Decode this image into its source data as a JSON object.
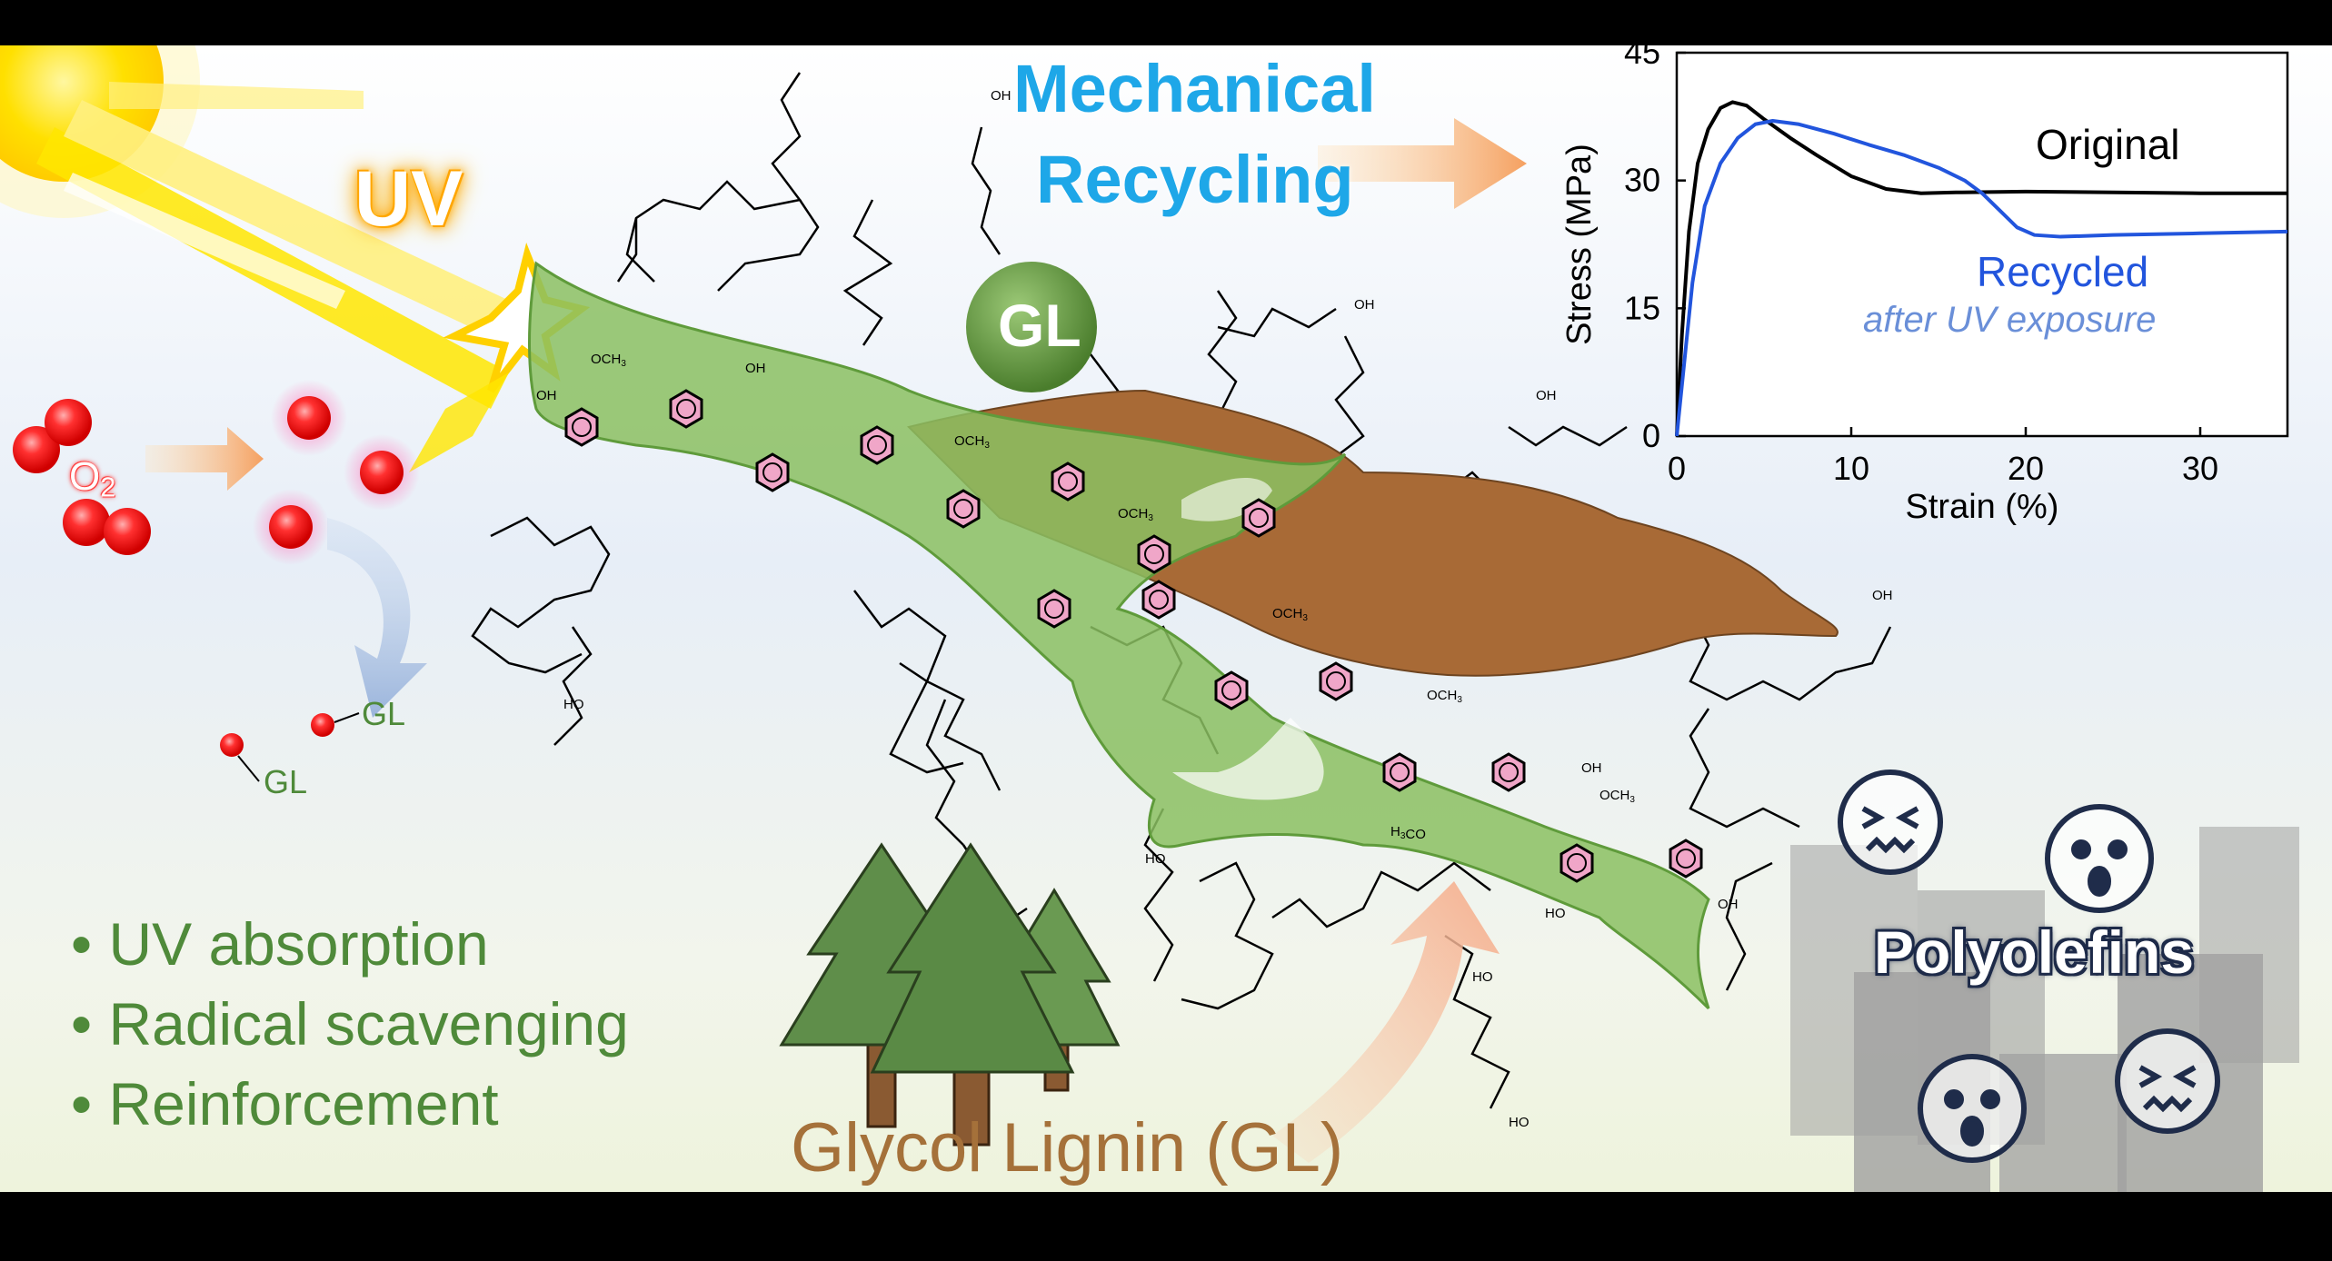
{
  "labels": {
    "uv": "UV",
    "o2": "O2",
    "gl_radical_1": "GL",
    "gl_radical_2": "GL",
    "gl_ball": "GL",
    "mechanical": "Mechanical",
    "recycling": "Recycling",
    "bullets": [
      "• UV absorption",
      "• Radical scavenging",
      "• Reinforcement"
    ],
    "glycol_lignin": "Glycol Lignin (GL)",
    "polyolefins": "Polyolefins",
    "chem": {
      "oh": "OH",
      "ho": "HO",
      "och3": "OCH3",
      "h3co": "H3CO"
    }
  },
  "colors": {
    "sun": "#ffe600",
    "radical": "#ff2a2a",
    "lignin_green": "#5f9b3b",
    "lignin_fill": "#8bbf62",
    "bark": "#a86a36",
    "benzene": "#f0a6c8",
    "cyan_title": "#1ea7e8",
    "gl_text": "#4f8a3a",
    "original": "#000000",
    "recycled": "#2255dd",
    "after_uv": "#6a8fd8",
    "city": "#9a9a9a"
  },
  "icons": [
    "sun-icon",
    "oxygen-molecule-icon",
    "radical-icon",
    "tree-icon",
    "building-icon",
    "sad-face-icon",
    "shocked-face-icon"
  ],
  "chart_data": {
    "type": "line",
    "xlabel": "Strain (%)",
    "ylabel": "Stress (MPa)",
    "xlim": [
      0,
      35
    ],
    "ylim": [
      0,
      45
    ],
    "xticks": [
      0,
      10,
      20,
      30
    ],
    "yticks": [
      0,
      15,
      30,
      45
    ],
    "grid": false,
    "series": [
      {
        "name": "Original",
        "color": "#000000",
        "x": [
          0,
          0.3,
          0.7,
          1.2,
          1.8,
          2.5,
          3.2,
          4.0,
          5.0,
          6.5,
          8.0,
          10.0,
          12.0,
          14.0,
          16.0,
          20.0,
          25.0,
          30.0,
          35.0
        ],
        "y": [
          0,
          12,
          24,
          32,
          36,
          38.5,
          39.2,
          38.8,
          37.2,
          35.0,
          33.0,
          30.5,
          29.0,
          28.5,
          28.6,
          28.7,
          28.6,
          28.5,
          28.5
        ]
      },
      {
        "name": "Recycled",
        "color": "#2255dd",
        "x": [
          0,
          0.4,
          0.9,
          1.6,
          2.5,
          3.5,
          4.5,
          5.5,
          7.0,
          9.0,
          11.0,
          13.0,
          15.0,
          16.5,
          17.5,
          18.5,
          19.5,
          20.5,
          22.0,
          25.0,
          30.0,
          35.0
        ],
        "y": [
          0,
          8,
          18,
          27,
          32,
          35,
          36.6,
          37.0,
          36.6,
          35.5,
          34.2,
          33.0,
          31.5,
          30.0,
          28.5,
          26.5,
          24.5,
          23.6,
          23.4,
          23.6,
          23.8,
          24.0
        ]
      }
    ],
    "legend_text": [
      "Original",
      "Recycled",
      "after UV exposure"
    ]
  }
}
